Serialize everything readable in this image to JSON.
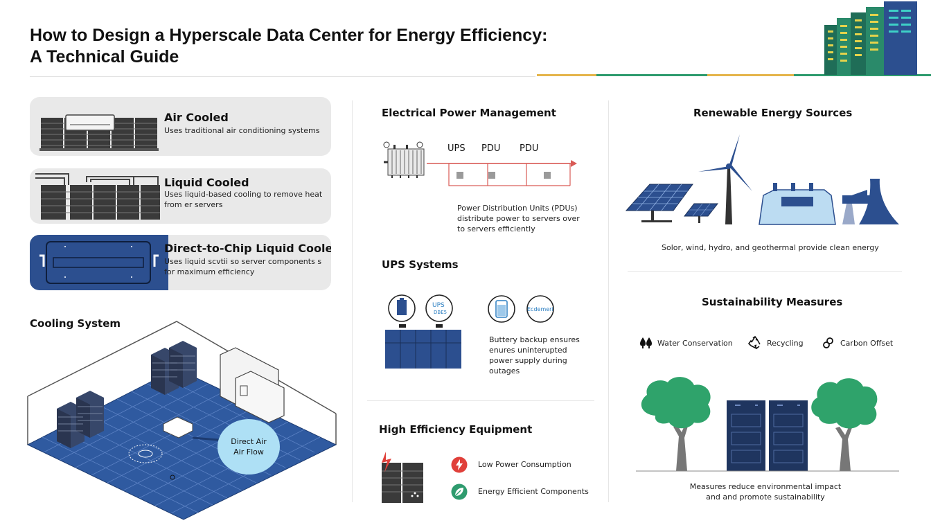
{
  "header": {
    "title_line1": "How to Design a  Hyperscale Data Center for Energy Efficiency:",
    "title_line2": "A Technical Guide"
  },
  "cooling_cards": [
    {
      "title": "Air Cooled",
      "desc": "Uses traditional air conditioning systems"
    },
    {
      "title": "Liquid Cooled",
      "desc": "Uses liquid-based cooling to remove heat from er servers"
    },
    {
      "title": "Direct-to-Chip Liquid Cooled",
      "desc": "Uses liquid scvtii so server components s for maximum efficiency"
    }
  ],
  "cooling_system": {
    "title": "Cooling System",
    "bubble_label": "Direct Air Air Flow"
  },
  "electrical": {
    "title": "Electrical Power Management",
    "labels": [
      "UPS",
      "PDU",
      "PDU"
    ],
    "desc": "Power Distribution Units (PDUs) distribute power to servers over to servers efficiently"
  },
  "ups": {
    "title": "UPS Systems",
    "badge1": "UPS",
    "badge1_sub": "DBE5",
    "badge2": "Ecdemeri",
    "desc": "Buttery backup ensures enures uninterupted power supply during outages"
  },
  "equipment": {
    "title": "High Efficiency Equipment",
    "items": [
      "Low Power Consumption",
      "Energy Efficient Components"
    ]
  },
  "renewable": {
    "title": "Renewable Energy Sources",
    "desc": "Solor, wind, hydro, and geothermal provide clean energy"
  },
  "sustainability": {
    "title": "Sustainability Measures",
    "items": [
      "Water Conservation",
      "Recycling",
      "Carbon Offset"
    ],
    "desc": "Measures reduce environmental impact and and promote sustainability"
  },
  "colors": {
    "navy": "#2c4f8f",
    "green": "#2e9b6e",
    "tree": "#2fa36b",
    "accent_gold": "#e5b54b",
    "bubble": "#aee0f5",
    "red": "#e0403a"
  },
  "icons": [
    "server-rack-icon",
    "air-conditioner-icon",
    "transformer-icon",
    "battery-icon",
    "wind-turbine-icon",
    "solar-panel-icon",
    "hydro-dam-icon",
    "geothermal-icon",
    "drops-icon",
    "recycle-icon",
    "footprint-icon",
    "lightning-icon",
    "leaf-icon",
    "tree-icon"
  ]
}
